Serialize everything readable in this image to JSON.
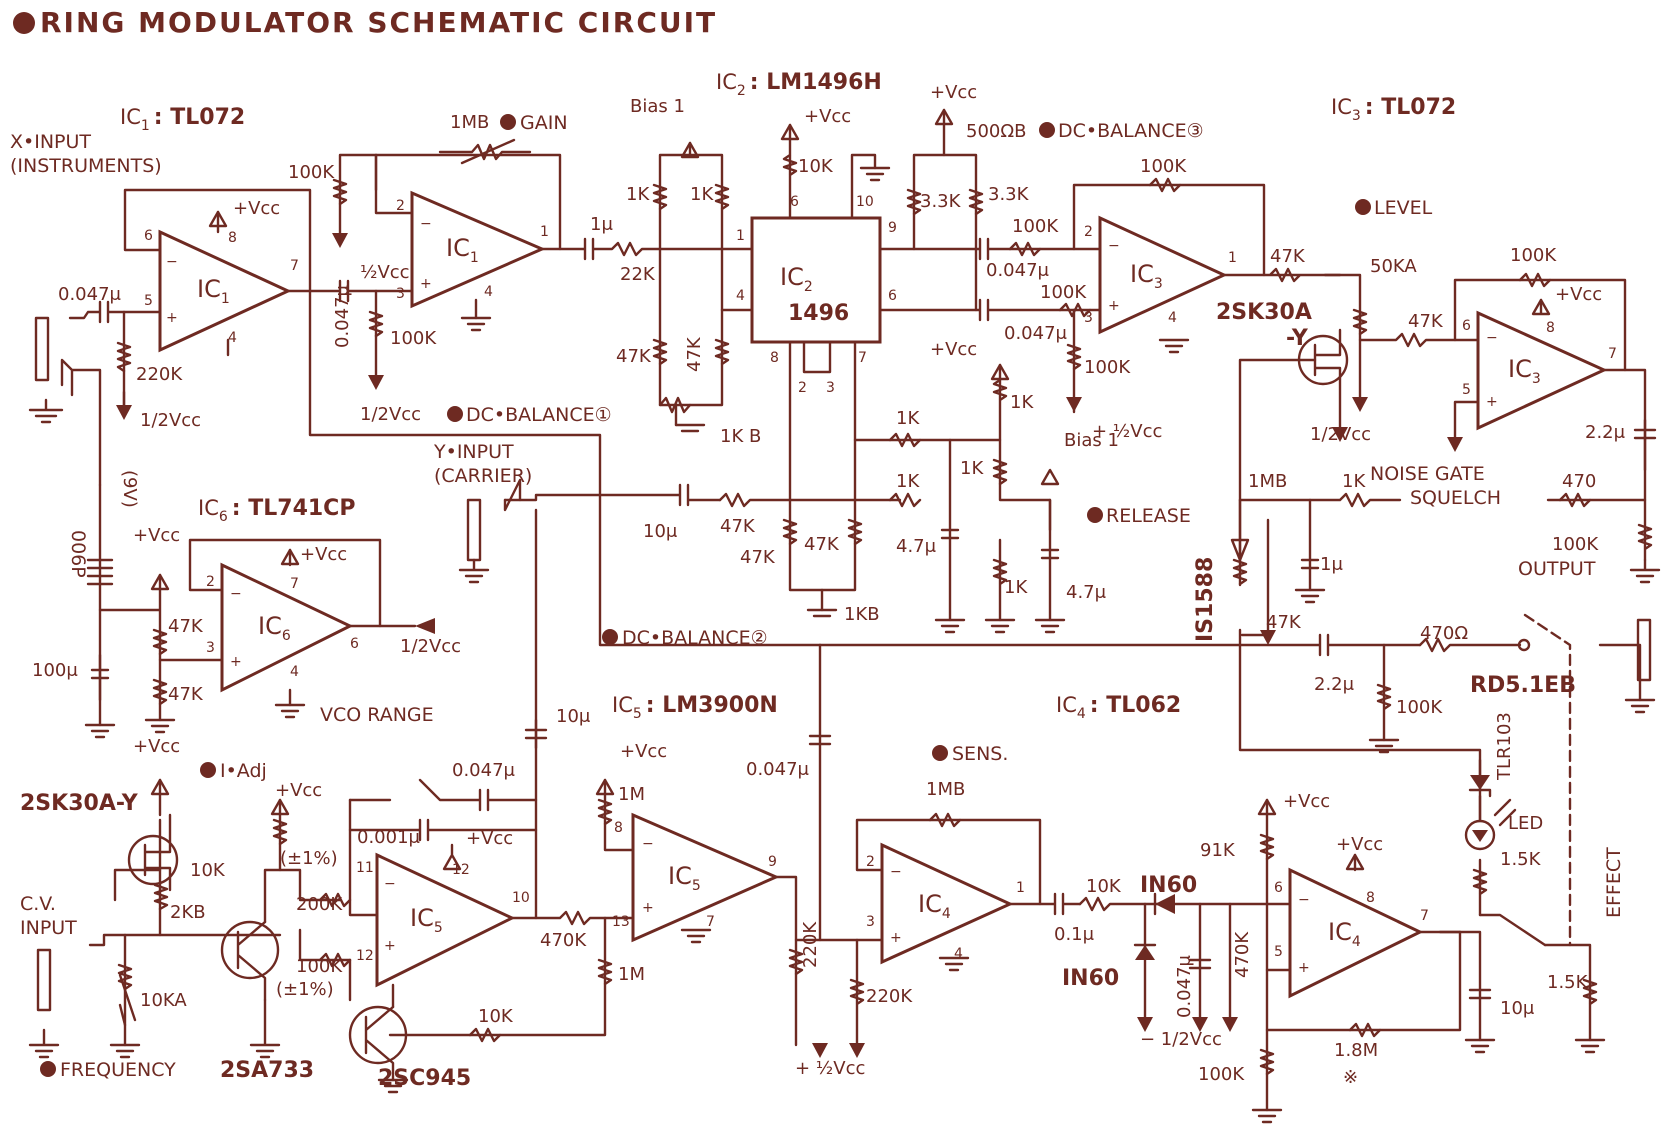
{
  "title": "RING MODULATOR SCHEMATIC CIRCUIT",
  "colors": {
    "ink": "#6e2a22",
    "paper": "#ffffff"
  },
  "ic_headings": {
    "ic1": {
      "prefix": "IC",
      "sub": "1",
      "part": ": TL072"
    },
    "ic2": {
      "prefix": "IC",
      "sub": "2",
      "part": ": LM1496H"
    },
    "ic3": {
      "prefix": "IC",
      "sub": "3",
      "part": ": TL072"
    },
    "ic4": {
      "prefix": "IC",
      "sub": "4",
      "part": ": TL062"
    },
    "ic5": {
      "prefix": "IC",
      "sub": "5",
      "part": ": LM3900N"
    },
    "ic6": {
      "prefix": "IC",
      "sub": "6",
      "part": ": TL741CP"
    }
  },
  "ic_bodies": {
    "ic1a": {
      "prefix": "IC",
      "sub": "1"
    },
    "ic1b": {
      "prefix": "IC",
      "sub": "1"
    },
    "ic2": {
      "prefix": "IC",
      "sub": "2",
      "line2": "1496"
    },
    "ic3a": {
      "prefix": "IC",
      "sub": "3"
    },
    "ic3b": {
      "prefix": "IC",
      "sub": "3"
    },
    "ic4a": {
      "prefix": "IC",
      "sub": "4"
    },
    "ic4b": {
      "prefix": "IC",
      "sub": "4"
    },
    "ic5a": {
      "prefix": "IC",
      "sub": "5"
    },
    "ic5b": {
      "prefix": "IC",
      "sub": "5"
    },
    "ic6": {
      "prefix": "IC",
      "sub": "6"
    }
  },
  "inputs": {
    "x_input": "X•INPUT",
    "x_input_note": "(INSTRUMENTS)",
    "y_input": "Y•INPUT",
    "y_input_note": "(CARRIER)",
    "cv_input": "C.V.",
    "cv_input_2": "INPUT",
    "output": "OUTPUT"
  },
  "controls": {
    "gain": "GAIN",
    "dc_balance_1": "DC•BALANCE①",
    "dc_balance_2": "DC•BALANCE②",
    "dc_balance_3": "DC•BALANCE③",
    "level": "LEVEL",
    "release": "RELEASE",
    "noise_gate": "NOISE  GATE",
    "squelch": "SQUELCH",
    "vco_range": "VCO  RANGE",
    "i_adj": "I•Adj",
    "sens": "SENS.",
    "frequency": "FREQUENCY",
    "effect": "EFFECT"
  },
  "supply": {
    "vcc": "+Vcc",
    "half_vcc": "1/2Vcc",
    "plus_half_vcc": "+ ½Vcc",
    "half_vcc_small": "½Vcc",
    "minus_half_vcc": "− 1/2Vcc",
    "bias1": "Bias 1",
    "battery": "006P",
    "battery_v": "(9V)"
  },
  "semis": {
    "q1": "2SK30A-Y",
    "q2a": "2SK30A",
    "q2b": "-Y",
    "q3": "2SA733",
    "q4": "2SC945",
    "d_is1588": "IS1588",
    "d_in60a": "IN60",
    "d_in60b": "IN60",
    "zener": "RD5.1EB",
    "led_part": "TLR103",
    "led": "LED"
  },
  "components": {
    "c_0047_in": "0.047μ",
    "r_220k_in": "220K",
    "r_100k_fb": "100K",
    "vr_1mb_gain": "1MB",
    "c_0047_cpl": "0.047μ",
    "r_100k_b": "100K",
    "c_1u": "1μ",
    "r_22k": "22K",
    "r_1k_a": "1K",
    "r_1k_b": "1K",
    "r_47k_a": "47K",
    "r_47k_b": "47K",
    "vr_1kb": "1K B",
    "r_10k_ic2": "10K",
    "vr_500b": "500ΩB",
    "r_33k_a": "3.3K",
    "r_33k_b": "3.3K",
    "r_100k_ic3in1": "100K",
    "r_100k_ic3in2": "100K",
    "c_0047_ic3a": "0.047μ",
    "c_0047_ic3b": "0.047μ",
    "r_100k_ic3fb": "100K",
    "r_100k_ic3gnd": "100K",
    "r_47k_out": "47K",
    "vr_50ka": "50KA",
    "r_47k_ic3b": "47K",
    "r_100k_ic3bfb": "100K",
    "c_22u_out": "2.2μ",
    "r_1k_c": "1K",
    "r_1k_d": "1K",
    "r_1k_e": "1K",
    "r_1k_f": "1K",
    "r_1k_g": "1K",
    "c_47u_a": "4.7μ",
    "c_47u_b": "4.7μ",
    "c_10u_y": "10μ",
    "r_47k_y": "47K",
    "r_47k_c": "47K",
    "r_47k_d": "47K",
    "vr_1kb_b": "1KB",
    "vr_1mb_ng": "1MB",
    "r_1k_ng": "1K",
    "c_1u_ng": "1μ",
    "r_47k_ng": "47K",
    "r_470_out": "470",
    "r_100k_out": "100K",
    "c_22u_b": "2.2μ",
    "r_470_b": "470Ω",
    "r_100k_eff": "100K",
    "c_100u": "100μ",
    "r_47k_ic6a": "47K",
    "r_47k_ic6b": "47K",
    "c_10u_vco": "10μ",
    "c_0047_vco": "0.047μ",
    "c_0001": "0.001μ",
    "r_10k_q": "10K",
    "vr_2kb": "2KB",
    "vr_10ka": "10KA",
    "r_200k": "200K",
    "r_100k_ic5": "100K",
    "tol_a": "(±1%)",
    "tol_b": "(±1%)",
    "r_470k_ic5": "470K",
    "r_1m_a": "1M",
    "r_1m_b": "1M",
    "r_10k_fb": "10K",
    "c_0047_ic4": "0.047μ",
    "r_220k_a": "220K",
    "r_220k_b": "220K",
    "vr_1mb_sens": "1MB",
    "c_01u": "0.1μ",
    "r_10k_ic4": "10K",
    "c_0047_det": "0.047μ",
    "r_470k_det": "470K",
    "r_91k": "91K",
    "r_100k_ic4b": "100K",
    "r_18m": "1.8M",
    "mark": "※",
    "r_15k_a": "1.5K",
    "r_15k_b": "1.5K",
    "c_10u_led": "10μ"
  }
}
